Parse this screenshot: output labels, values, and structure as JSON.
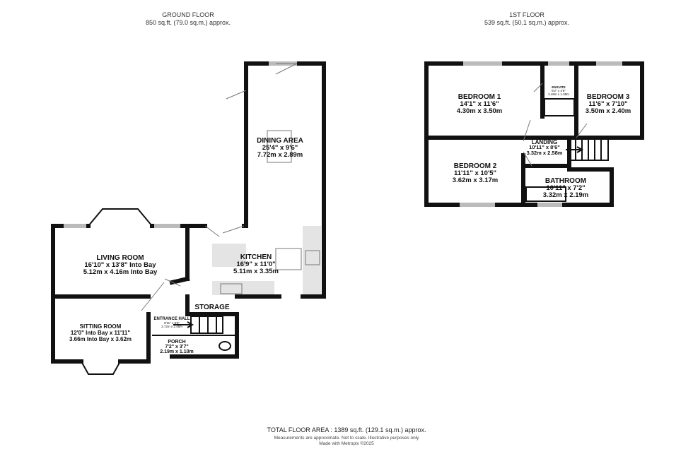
{
  "ground_floor": {
    "title": "GROUND FLOOR",
    "area": "850 sq.ft. (79.0 sq.m.) approx.",
    "rooms": [
      {
        "name": "DINING AREA",
        "imperial": "25'4\" x 9'6\"",
        "metric": "7.72m x 2.89m"
      },
      {
        "name": "LIVING ROOM",
        "imperial": "16'10\" x 13'8\" Into Bay",
        "metric": "5.12m x 4.16m Into Bay"
      },
      {
        "name": "KITCHEN",
        "imperial": "16'9\" x 11'0\"",
        "metric": "5.11m x 3.35m"
      },
      {
        "name": "STORAGE"
      },
      {
        "name": "ENTRANCE HALL",
        "imperial": "8'11\" x 8'0\"",
        "metric": "2.72m x 2.45m"
      },
      {
        "name": "SITTING ROOM",
        "imperial": "12'0\" Into Bay x 11'11\"",
        "metric": "3.66m Into Bay x 3.62m"
      },
      {
        "name": "PORCH",
        "imperial": "7'2\" x 3'7\"",
        "metric": "2.19m x 1.10m"
      }
    ]
  },
  "first_floor": {
    "title": "1ST FLOOR",
    "area": "539 sq.ft. (50.1 sq.m.) approx.",
    "rooms": [
      {
        "name": "BEDROOM 1",
        "imperial": "14'1\" x 11'6\"",
        "metric": "4.30m x 3.50m"
      },
      {
        "name": "ENSUITE",
        "imperial": "8'2\" x 4'6\"",
        "metric": "2.48m x 1.38m"
      },
      {
        "name": "BEDROOM 3",
        "imperial": "11'6\" x 7'10\"",
        "metric": "3.50m x 2.40m"
      },
      {
        "name": "LANDING",
        "imperial": "10'11\" x 8'6\"",
        "metric": "3.32m x 2.58m"
      },
      {
        "name": "BEDROOM 2",
        "imperial": "11'11\" x 10'5\"",
        "metric": "3.62m x 3.17m"
      },
      {
        "name": "BATHROOM",
        "imperial": "10'11\" x 7'2\"",
        "metric": "3.32m x 2.19m"
      }
    ]
  },
  "footer": {
    "total": "TOTAL FLOOR AREA : 1389 sq.ft. (129.1 sq.m.) approx.",
    "disclaimer": "Measurements are approximate.  Not to scale.  Illustrative purposes only",
    "credit": "Made with Metropix ©2025"
  }
}
